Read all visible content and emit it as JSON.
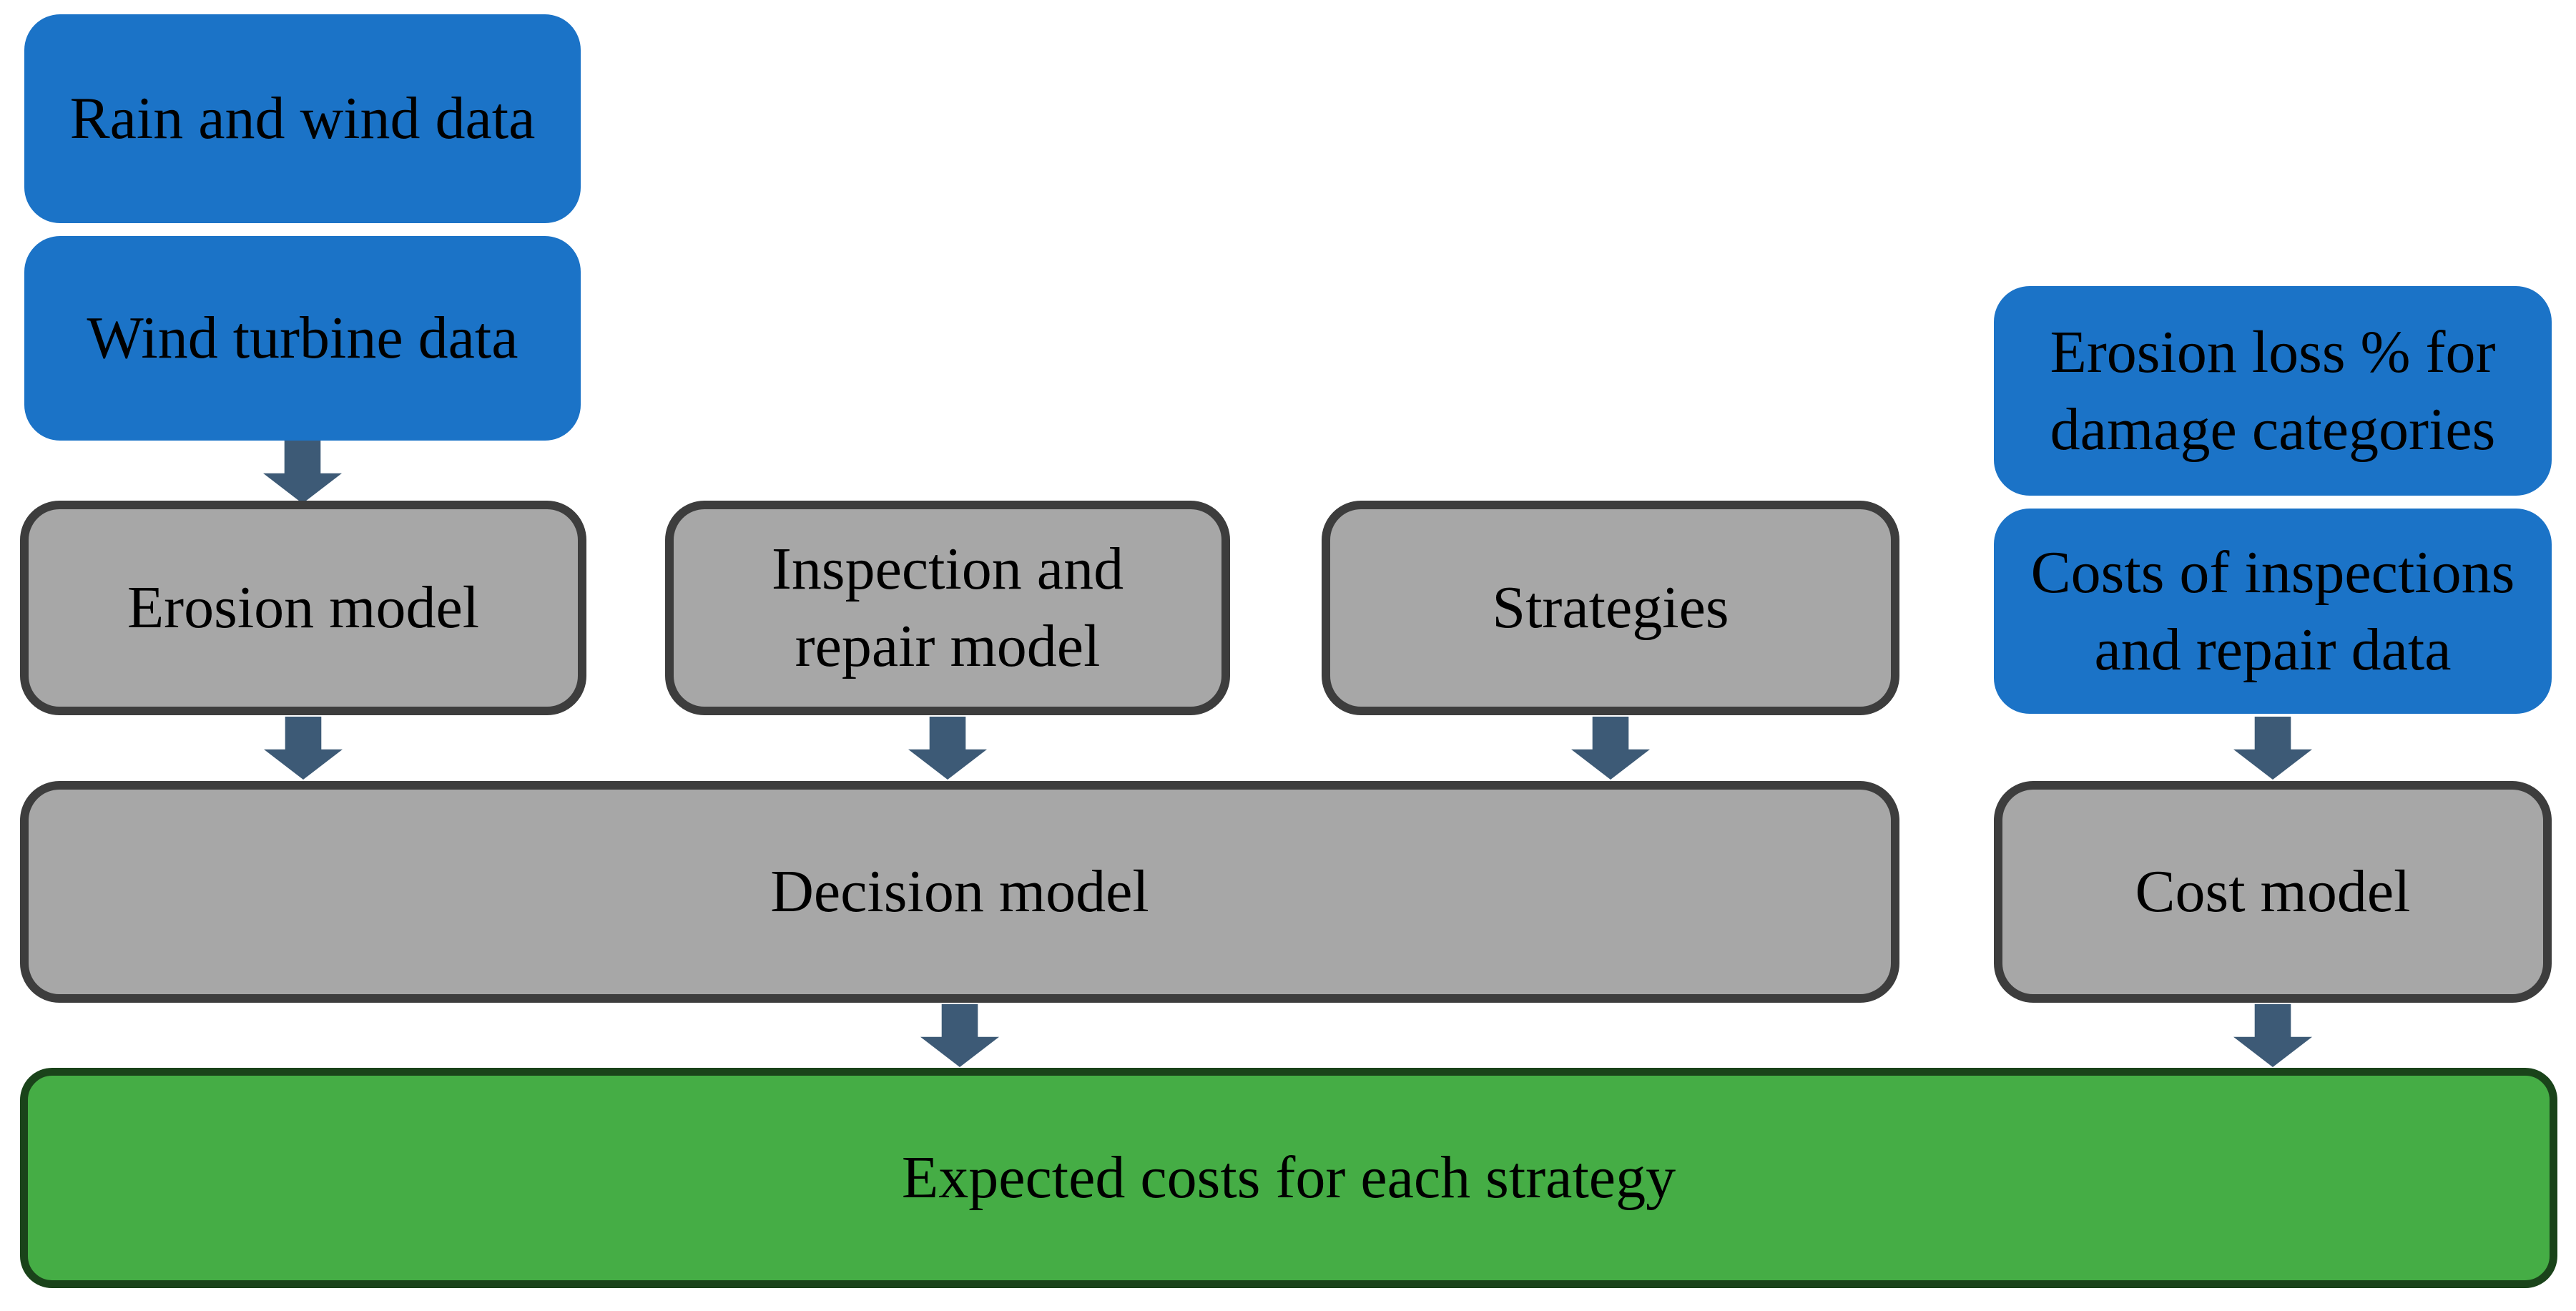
{
  "colors": {
    "blue_fill": "#1B73C7",
    "gray_fill": "#A7A7A7",
    "gray_border": "#3D3D3D",
    "green_fill": "#45AD45",
    "green_border": "#1A431A",
    "arrow": "#3D5A76",
    "text": "#000000",
    "background": "#FFFFFF"
  },
  "nodes": {
    "rain_wind_data": {
      "label": "Rain and wind data",
      "type": "data-input"
    },
    "wind_turbine_data": {
      "label": "Wind turbine data",
      "type": "data-input"
    },
    "erosion_model": {
      "label": "Erosion model",
      "type": "model"
    },
    "inspection_repair_model": {
      "label": "Inspection and\nrepair model",
      "type": "model"
    },
    "strategies": {
      "label": "Strategies",
      "type": "model"
    },
    "erosion_loss": {
      "label": "Erosion loss % for\ndamage categories",
      "type": "data-input"
    },
    "costs_data": {
      "label": "Costs of inspections\nand repair data",
      "type": "data-input"
    },
    "decision_model": {
      "label": "Decision model",
      "type": "model"
    },
    "cost_model": {
      "label": "Cost model",
      "type": "model"
    },
    "expected_costs": {
      "label": "Expected costs for each strategy",
      "type": "output"
    }
  },
  "edges": [
    {
      "from": "wind_turbine_data",
      "to": "erosion_model"
    },
    {
      "from": "erosion_model",
      "to": "decision_model"
    },
    {
      "from": "inspection_repair_model",
      "to": "decision_model"
    },
    {
      "from": "strategies",
      "to": "decision_model"
    },
    {
      "from": "costs_data",
      "to": "cost_model"
    },
    {
      "from": "decision_model",
      "to": "expected_costs"
    },
    {
      "from": "cost_model",
      "to": "expected_costs"
    }
  ]
}
